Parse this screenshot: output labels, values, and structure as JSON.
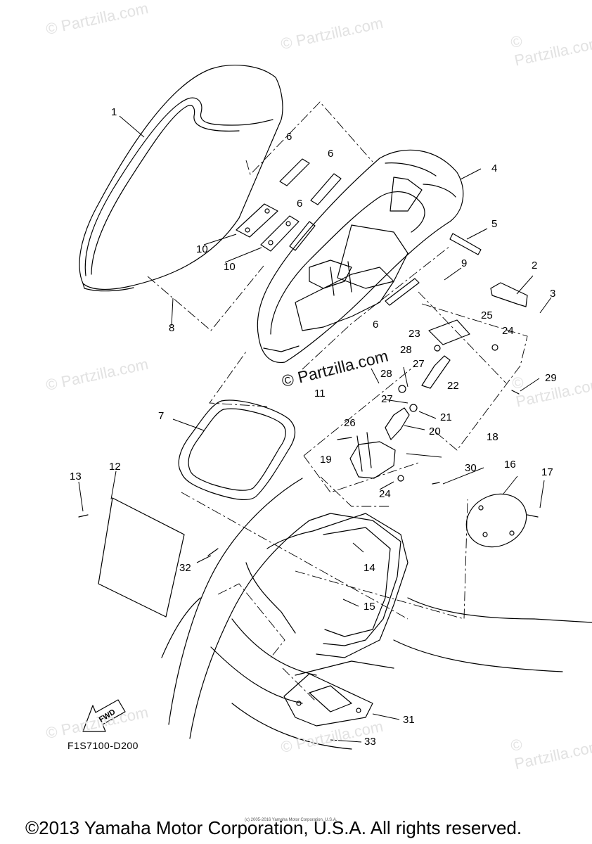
{
  "watermarks": {
    "brand": "© Partzilla.com",
    "center": "© Partzilla.com"
  },
  "callouts": [
    "1",
    "6",
    "6",
    "4",
    "6",
    "5",
    "10",
    "10",
    "9",
    "2",
    "3",
    "8",
    "6",
    "25",
    "23",
    "24",
    "28",
    "27",
    "28",
    "22",
    "29",
    "27",
    "11",
    "21",
    "7",
    "26",
    "20",
    "18",
    "19",
    "24",
    "30",
    "16",
    "17",
    "12",
    "13",
    "32",
    "14",
    "15",
    "31",
    "33"
  ],
  "diagram_code": "F1S7100-D200",
  "fwd_label": "FWD",
  "tiny_credit": "(c) 2005-2016 Yamaha Motor Corporation, U.S.A.",
  "copyright": "©2013 Yamaha Motor Corporation, U.S.A. All rights reserved.",
  "colors": {
    "line": "#000000",
    "watermark": "#e2e2e2",
    "background": "#ffffff"
  }
}
